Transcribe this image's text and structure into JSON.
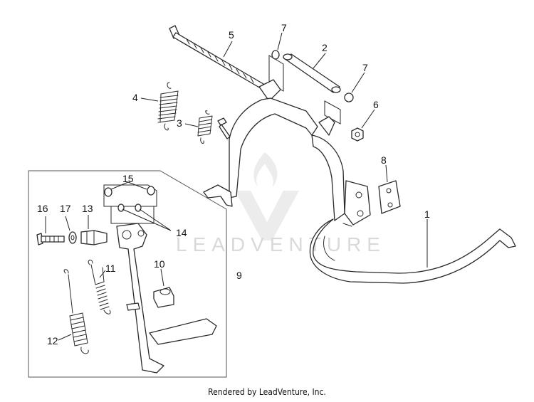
{
  "watermark": {
    "text": "LEADVENTURE"
  },
  "callouts": [
    {
      "id": "c1",
      "label": "1"
    },
    {
      "id": "c2",
      "label": "2"
    },
    {
      "id": "c3",
      "label": "3"
    },
    {
      "id": "c4",
      "label": "4"
    },
    {
      "id": "c5",
      "label": "5"
    },
    {
      "id": "c6",
      "label": "6"
    },
    {
      "id": "c7a",
      "label": "7"
    },
    {
      "id": "c7b",
      "label": "7"
    },
    {
      "id": "c8",
      "label": "8"
    },
    {
      "id": "c9",
      "label": "9"
    },
    {
      "id": "c10",
      "label": "10"
    },
    {
      "id": "c11",
      "label": "11"
    },
    {
      "id": "c12",
      "label": "12"
    },
    {
      "id": "c13",
      "label": "13"
    },
    {
      "id": "c14",
      "label": "14"
    },
    {
      "id": "c15",
      "label": "15"
    },
    {
      "id": "c16",
      "label": "16"
    },
    {
      "id": "c17",
      "label": "17"
    }
  ],
  "footer": {
    "text": "Rendered by LeadVenture, Inc."
  }
}
